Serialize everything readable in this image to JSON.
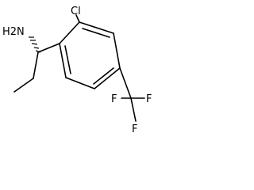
{
  "molecule": {
    "atoms": {
      "amine": "H2N",
      "chlorine": "Cl",
      "fluorine_1": "F",
      "fluorine_2": "F",
      "fluorine_3": "F"
    },
    "colors": {
      "bond": "#000000",
      "label": "#000000",
      "background": "#ffffff"
    }
  }
}
